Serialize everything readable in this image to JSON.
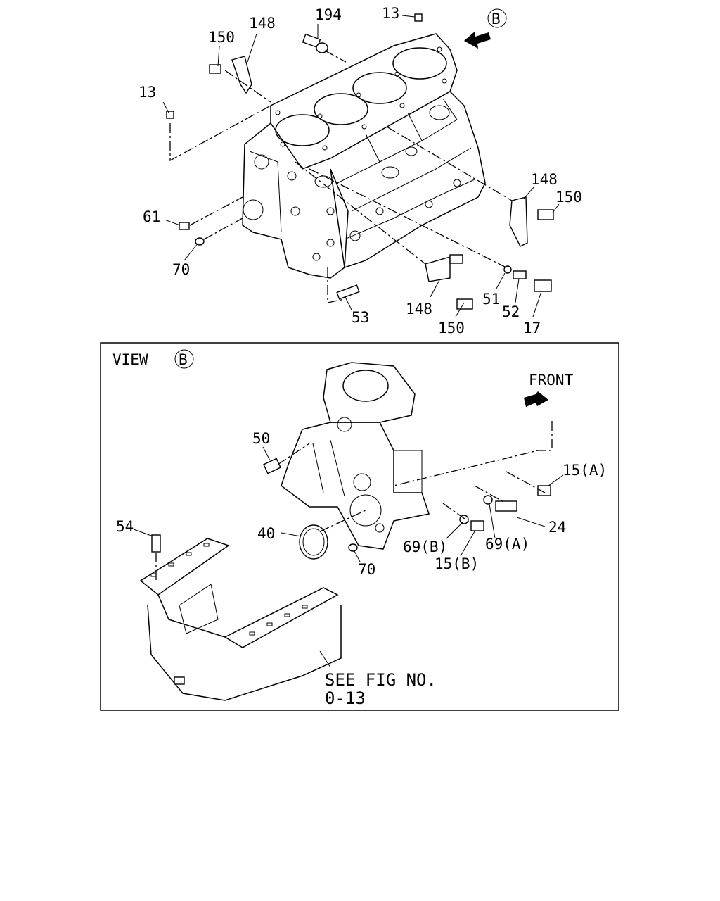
{
  "view_b": {
    "title": "VIEW",
    "circle_letter": "B",
    "front_label": "FRONT",
    "see_fig_line1": "SEE FIG NO.",
    "see_fig_line2": "0-13"
  },
  "arrow_b_letter": "B",
  "callouts_top": [
    "194",
    "13",
    "148",
    "150",
    "13",
    "61",
    "70",
    "148",
    "150",
    "148",
    "150",
    "53",
    "51",
    "52",
    "17"
  ],
  "callouts_bottom": [
    "50",
    "15(A)",
    "24",
    "40",
    "69(B)",
    "69(A)",
    "15(B)",
    "70",
    "54"
  ]
}
